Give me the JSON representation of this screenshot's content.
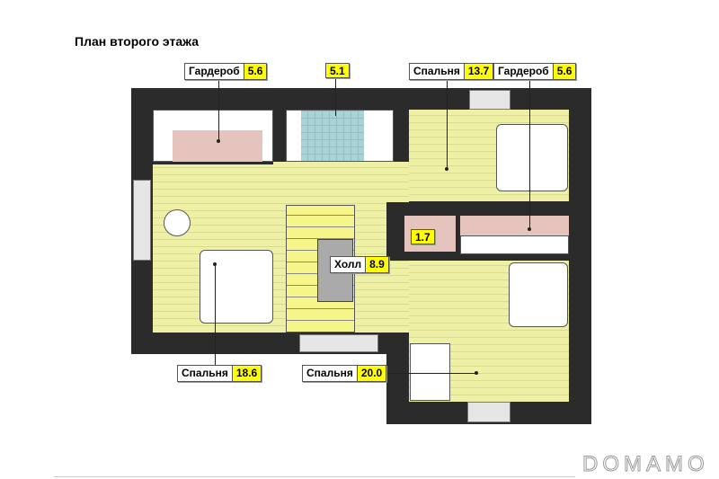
{
  "title": "План второго этажа",
  "rooms": [
    {
      "name": "Гардероб",
      "area": "5.6"
    },
    {
      "name": "",
      "area": "5.1"
    },
    {
      "name": "Спальня",
      "area": "13.7"
    },
    {
      "name": "Гардероб",
      "area": "5.6"
    },
    {
      "name": "",
      "area": "1.7"
    },
    {
      "name": "Холл",
      "area": "8.9"
    },
    {
      "name": "Спальня",
      "area": "18.6"
    },
    {
      "name": "Спальня",
      "area": "20.0"
    }
  ],
  "watermark": "DOMAMO",
  "colors": {
    "floor": "#eef0a6",
    "wardrobe": "#e6c4be",
    "bath": "#a9d3d6",
    "area_badge": "#ffff00",
    "walls": "#2b2b2b"
  }
}
